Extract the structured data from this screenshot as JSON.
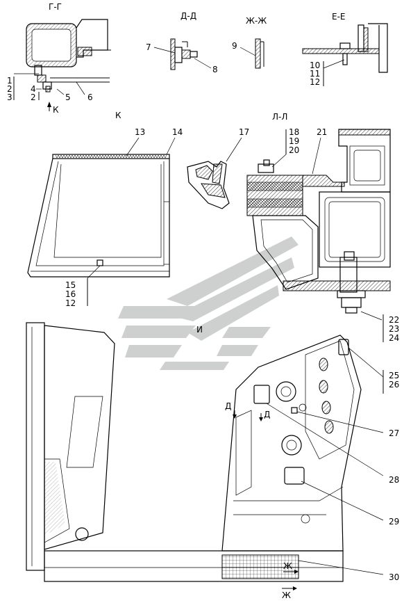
{
  "section_titles": {
    "g_g": "Г-Г",
    "d_d": "Д-Д",
    "zh_zh": "Ж-Ж",
    "e_e": "Е-Е",
    "k": "К",
    "l_l": "Л-Л",
    "i": "И"
  },
  "view_markers": {
    "k_arrow": "К",
    "d_left": "Д",
    "d_right": "Д",
    "zh_upper": "Ж",
    "zh_lower": "Ж"
  },
  "callouts": {
    "c1": "1",
    "c2": "2",
    "c3": "3",
    "c4": "4",
    "c2b": "2",
    "c5": "5",
    "c6": "6",
    "c7": "7",
    "c8": "8",
    "c9": "9",
    "c10": "10",
    "c11": "11",
    "c12": "12",
    "c13": "13",
    "c14": "14",
    "c15": "15",
    "c16": "16",
    "c12b": "12",
    "c17": "17",
    "c18": "18",
    "c19": "19",
    "c20": "20",
    "c21": "21",
    "c22": "22",
    "c23": "23",
    "c24": "24",
    "c25": "25",
    "c26": "26",
    "c27": "27",
    "c28": "28",
    "c29": "29",
    "c30": "30"
  },
  "watermark": {
    "name": "manufacturer-logo-watermark",
    "color": "#c9cbcc"
  }
}
